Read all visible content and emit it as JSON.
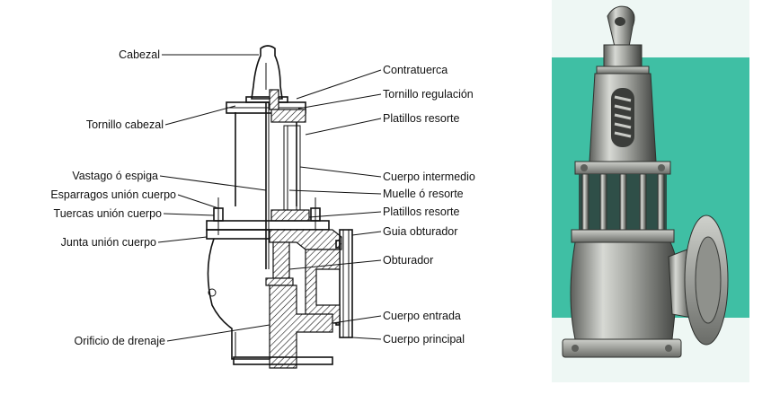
{
  "left_labels": [
    {
      "id": "cabezal",
      "text": "Cabezal"
    },
    {
      "id": "tornillo-cabezal",
      "text": "Tornillo cabezal"
    },
    {
      "id": "vastago",
      "text": "Vastago ó espiga"
    },
    {
      "id": "esparragos",
      "text": "Esparragos unión cuerpo"
    },
    {
      "id": "tuercas",
      "text": "Tuercas unión cuerpo"
    },
    {
      "id": "junta",
      "text": "Junta unión cuerpo"
    },
    {
      "id": "orificio",
      "text": "Orificio de drenaje"
    }
  ],
  "right_labels": [
    {
      "id": "contratuerca",
      "text": "Contratuerca"
    },
    {
      "id": "tornillo-regulacion",
      "text": "Tornillo regulación"
    },
    {
      "id": "platillos-sup",
      "text": "Platillos resorte"
    },
    {
      "id": "cuerpo-intermedio",
      "text": "Cuerpo intermedio"
    },
    {
      "id": "muelle",
      "text": "Muelle ó resorte"
    },
    {
      "id": "platillos-inf",
      "text": "Platillos resorte"
    },
    {
      "id": "guia",
      "text": "Guia obturador"
    },
    {
      "id": "obturador",
      "text": "Obturador"
    },
    {
      "id": "cuerpo-entrada",
      "text": "Cuerpo entrada"
    },
    {
      "id": "cuerpo-principal",
      "text": "Cuerpo principal"
    }
  ],
  "colors": {
    "ink": "#111111",
    "photo_band": "#3fbfa4",
    "photo_bg": "#eef7f4",
    "metal_light": "#c9cbc6",
    "metal_mid": "#8f918c",
    "metal_dark": "#3b3d3a"
  }
}
